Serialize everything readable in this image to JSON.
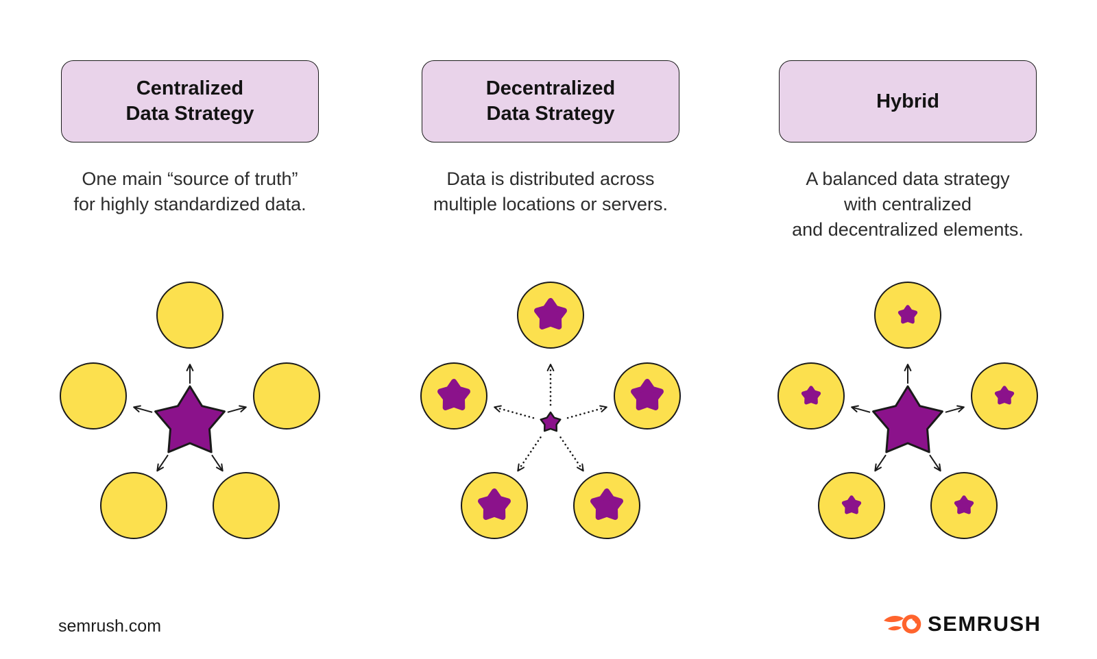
{
  "page": {
    "background": "#ffffff"
  },
  "colors": {
    "header_bg": "#e9d3ea",
    "header_border": "#1a1a1a",
    "node_yellow": "#fce04e",
    "star_purple": "#8b128b",
    "line_black": "#1a1a1a",
    "brand_orange": "#ff642d",
    "text_dark": "#2c2c2c"
  },
  "columns": [
    {
      "id": "centralized",
      "title_lines": [
        "Centralized",
        "Data Strategy"
      ],
      "description_lines": [
        "One main “source of truth”",
        "for highly standardized data."
      ],
      "diagram": {
        "arrow_style": "solid",
        "center_star_size": "large",
        "node_star_size": "none",
        "node_count": 5
      }
    },
    {
      "id": "decentralized",
      "title_lines": [
        "Decentralized",
        "Data Strategy"
      ],
      "description_lines": [
        "Data is distributed across",
        "multiple locations or servers."
      ],
      "diagram": {
        "arrow_style": "dotted",
        "center_star_size": "small",
        "node_star_size": "medium",
        "node_count": 5
      }
    },
    {
      "id": "hybrid",
      "title_lines": [
        "Hybrid"
      ],
      "description_lines": [
        "A balanced data strategy",
        "with centralized",
        "and decentralized elements."
      ],
      "diagram": {
        "arrow_style": "solid",
        "center_star_size": "large",
        "node_star_size": "small",
        "node_count": 5
      }
    }
  ],
  "footer": {
    "site_label": "semrush.com",
    "brand_label": "SEMRUSH",
    "logo_icon": "semrush-flame-icon"
  }
}
